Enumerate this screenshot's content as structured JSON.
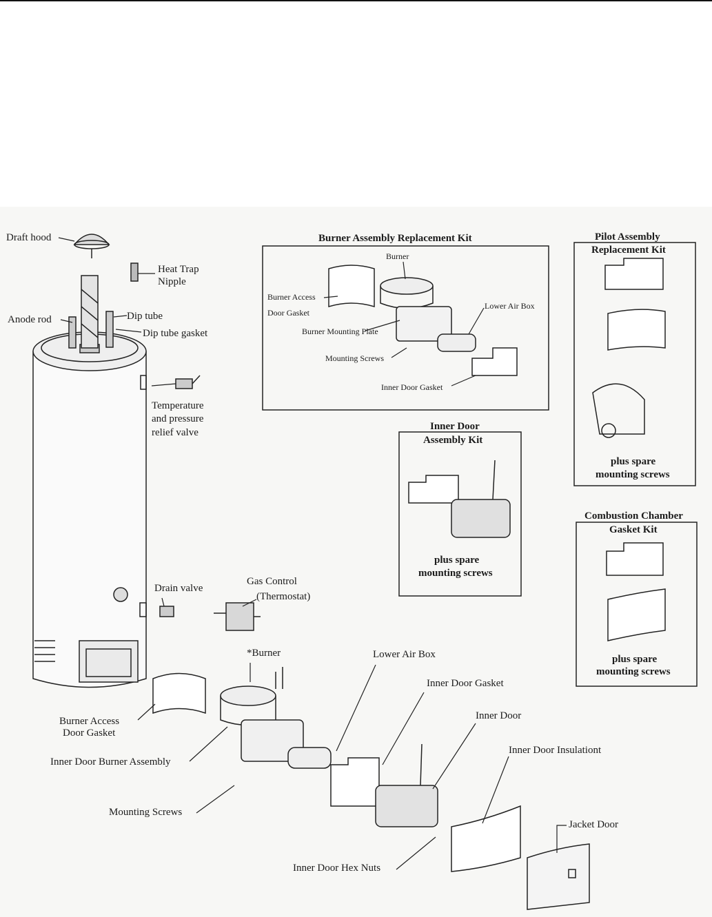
{
  "kits": {
    "burner": {
      "title": "Burner Assembly Replacement Kit",
      "labels": {
        "burner": "Burner",
        "access_gasket_1": "Burner Access",
        "access_gasket_2": "Door Gasket",
        "lower_air_box": "Lower Air Box",
        "mounting_plate": "Burner Mounting Plate",
        "mounting_screws": "Mounting Screws",
        "inner_door_gasket": "Inner Door Gasket"
      }
    },
    "pilot": {
      "title_1": "Pilot Assembly",
      "title_2": "Replacement Kit",
      "note_1": "plus spare",
      "note_2": "mounting screws"
    },
    "inner_door": {
      "title_1": "Inner Door",
      "title_2": "Assembly Kit",
      "note_1": "plus spare",
      "note_2": "mounting screws"
    },
    "combustion": {
      "title_1": "Combustion Chamber",
      "title_2": "Gasket Kit",
      "note_1": "plus spare",
      "note_2": "mounting screws"
    }
  },
  "parts": {
    "draft_hood": "Draft hood",
    "heat_trap_1": "Heat Trap",
    "heat_trap_2": "Nipple",
    "anode_rod": "Anode rod",
    "dip_tube": "Dip tube",
    "dip_tube_gasket": "Dip tube gasket",
    "tp_valve_1": "Temperature",
    "tp_valve_2": "and pressure",
    "tp_valve_3": "relief valve",
    "drain_valve": "Drain valve",
    "gas_control_1": "Gas Control",
    "gas_control_2": "(Thermostat)",
    "burner": "*Burner",
    "lower_air_box": "Lower Air Box",
    "inner_door_gasket": "Inner Door Gasket",
    "inner_door": "Inner Door",
    "inner_door_insulation": "Inner Door Insulationt",
    "jacket_door": "Jacket Door",
    "access_gasket_1": "Burner Access",
    "access_gasket_2": "Door Gasket",
    "inner_door_burner_assembly": "Inner Door Burner Assembly",
    "mounting_screws": "Mounting Screws",
    "hex_nuts": "Inner Door Hex Nuts"
  }
}
